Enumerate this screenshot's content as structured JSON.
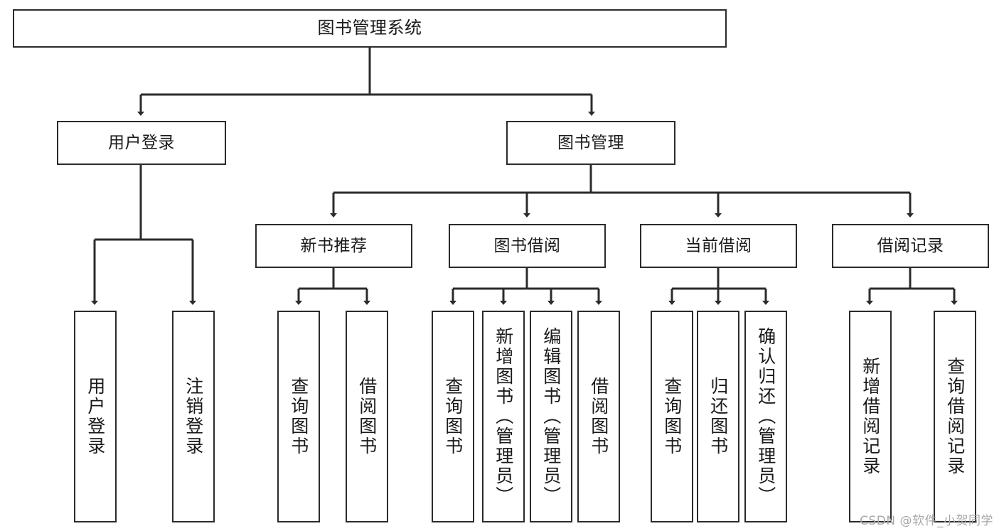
{
  "diagram": {
    "title": "图书管理系统",
    "type": "tree",
    "root": {
      "label": "图书管理系统"
    },
    "level2": [
      {
        "label": "用户登录"
      },
      {
        "label": "图书管理"
      }
    ],
    "level3": [
      {
        "label": "新书推荐"
      },
      {
        "label": "图书借阅"
      },
      {
        "label": "当前借阅"
      },
      {
        "label": "借阅记录"
      }
    ],
    "leaves": {
      "user_login": [
        {
          "label": "用户登录"
        },
        {
          "label": "注销登录"
        }
      ],
      "new_book_recommend": [
        {
          "label": "查询图书"
        },
        {
          "label": "借阅图书"
        }
      ],
      "book_borrow": [
        {
          "label": "查询图书"
        },
        {
          "label": "新增图书（管理员）"
        },
        {
          "label": "编辑图书（管理员）"
        },
        {
          "label": "借阅图书"
        }
      ],
      "current_borrow": [
        {
          "label": "查询图书"
        },
        {
          "label": "归还图书"
        },
        {
          "label": "确认归还（管理员）"
        }
      ],
      "borrow_record": [
        {
          "label": "新增借阅记录"
        },
        {
          "label": "查询借阅记录"
        }
      ]
    }
  },
  "watermark": {
    "text": "CSDN @软件_小贺同学"
  },
  "colors": {
    "stroke": "#2b2b2b",
    "fill": "#ffffff",
    "text": "#1a1a1a",
    "watermark": "#a8a8a8"
  }
}
